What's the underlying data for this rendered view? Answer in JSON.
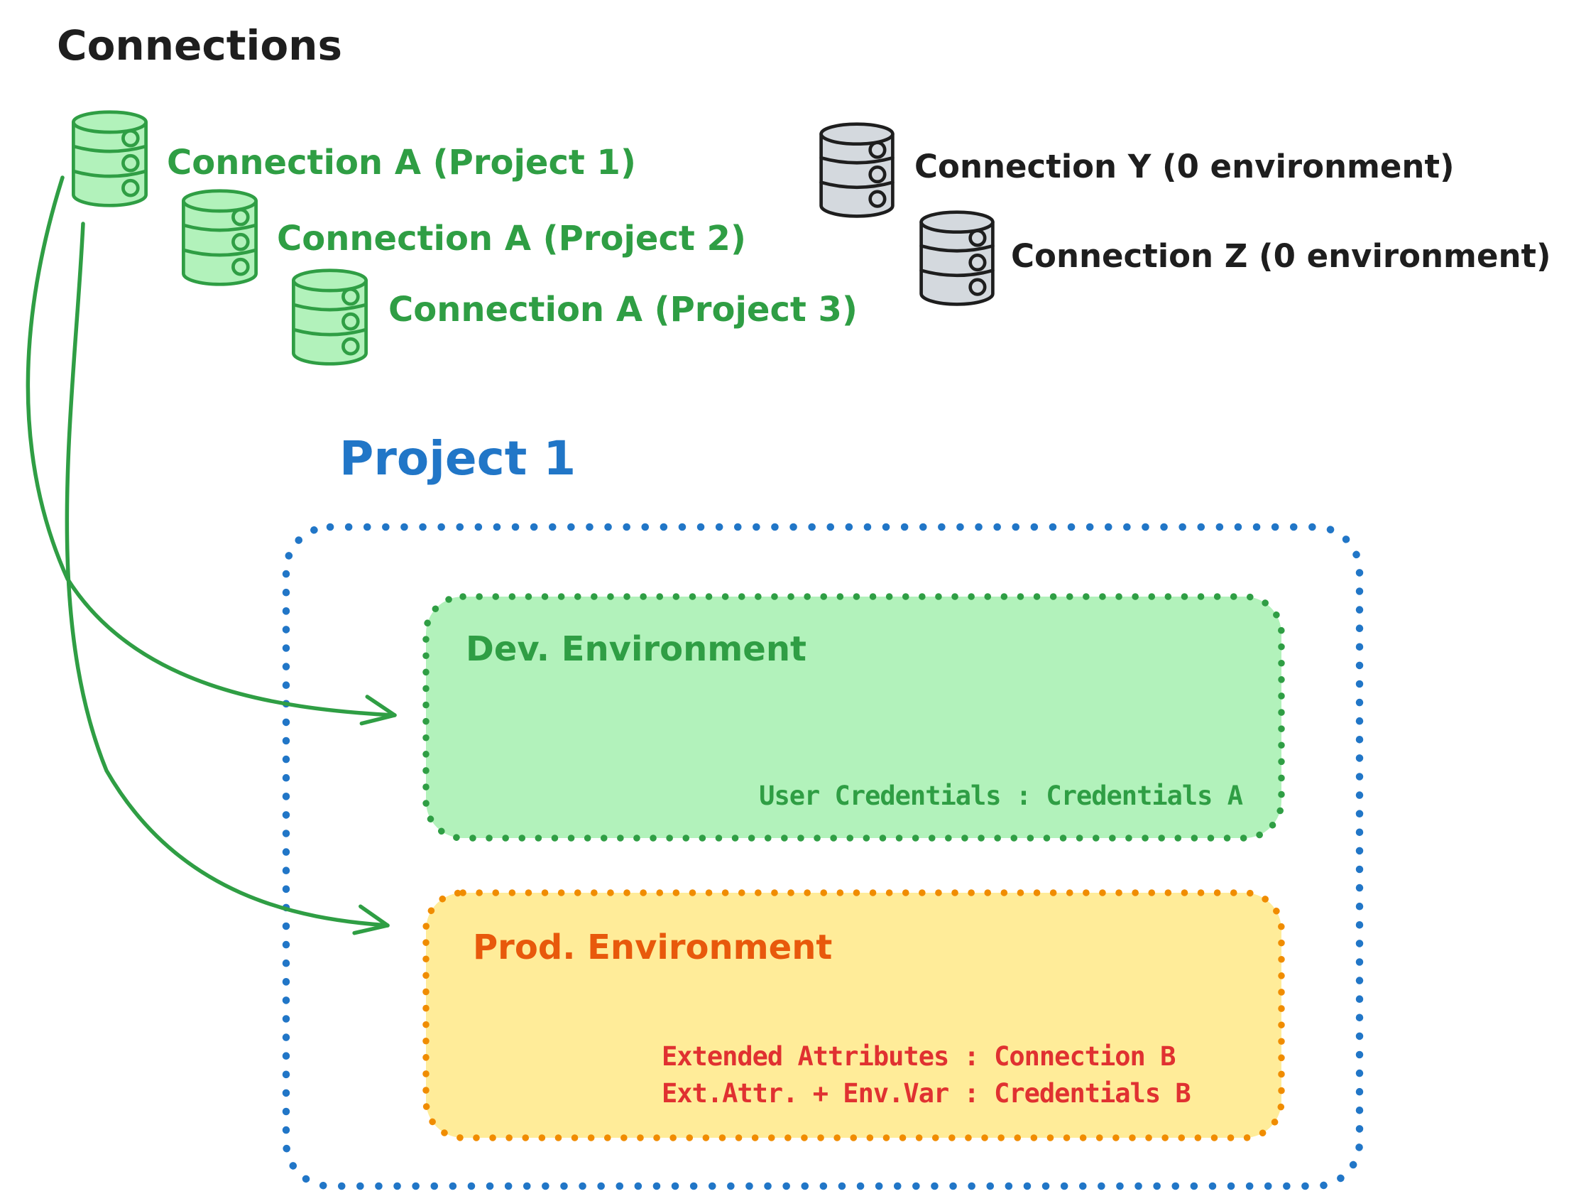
{
  "title": "Connections",
  "colors": {
    "ink_black": "#1e1e1e",
    "green_stroke": "#2f9e44",
    "green_fill": "#b2f2bb",
    "gray_fill": "#d4d9de",
    "blue": "#2176c7",
    "orange_border": "#f08c00",
    "orange_title": "#e8590c",
    "yellow_fill": "#ffec99",
    "red_text": "#e03131"
  },
  "connections_green": [
    {
      "label": "Connection A (Project 1)"
    },
    {
      "label": "Connection A (Project 2)"
    },
    {
      "label": "Connection A (Project 3)"
    }
  ],
  "connections_gray": [
    {
      "label": "Connection Y (0 environment)"
    },
    {
      "label": "Connection Z (0 environment)"
    }
  ],
  "project": {
    "title": "Project 1",
    "dev_environment": {
      "title": "Dev. Environment",
      "credentials_line": "User Credentials : Credentials A"
    },
    "prod_environment": {
      "title": "Prod. Environment",
      "lines": [
        "Extended Attributes : Connection B",
        "Ext.Attr. + Env.Var : Credentials B"
      ]
    }
  }
}
